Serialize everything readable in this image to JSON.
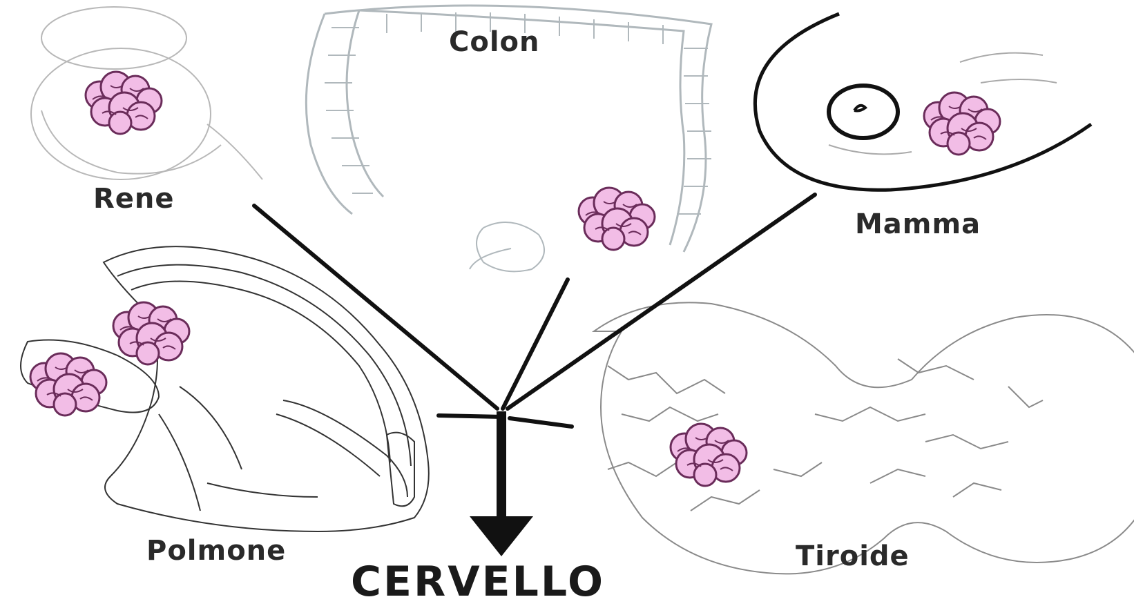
{
  "diagram": {
    "organs": {
      "colon": "Colon",
      "rene": "Rene",
      "mamma": "Mamma",
      "polmone": "Polmone",
      "tiroide": "Tiroide"
    },
    "target": "CERVELLO"
  },
  "colors": {
    "tumor_fill": "#f2bde6",
    "tumor_stroke": "#6a2c5a",
    "line": "#111111",
    "organ_stroke": "#9a9a9a"
  }
}
